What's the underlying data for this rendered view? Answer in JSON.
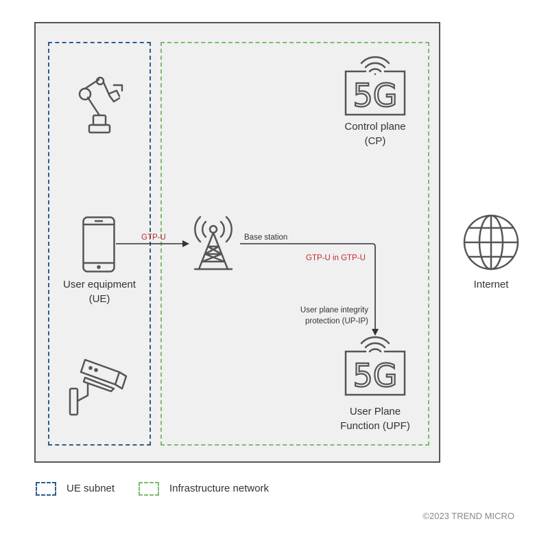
{
  "nodes": {
    "control_plane": {
      "line1": "Control plane",
      "line2": "(CP)",
      "icon": "5g-icon",
      "icon_text": "5G"
    },
    "user_equipment": {
      "line1": "User equipment",
      "line2": "(UE)",
      "icon": "smartphone-icon"
    },
    "base_station": {
      "label": "Base station",
      "icon": "cell-tower-icon"
    },
    "upf": {
      "line1": "User Plane",
      "line2": "Function (UPF)",
      "icon": "5g-icon",
      "icon_text": "5G"
    },
    "internet": {
      "label": "Internet",
      "icon": "globe-icon"
    },
    "robot_arm": {
      "icon": "robot-arm-icon"
    },
    "camera": {
      "icon": "security-camera-icon"
    }
  },
  "edges": {
    "ue_to_bs": {
      "label": "GTP-U"
    },
    "bs_to_upf": {
      "label": "GTP-U in GTP-U",
      "note_line1": "User plane integrity",
      "note_line2": "protection (UP-IP)"
    }
  },
  "legend": {
    "ue_subnet": "UE subnet",
    "infrastructure": "Infrastructure network"
  },
  "copyright": "©2023 TREND MICRO",
  "colors": {
    "ue_subnet_border": "#2b5c8a",
    "infra_border": "#7dbb72",
    "accent_red": "#c0282d",
    "icon_stroke": "#555555",
    "panel_bg": "#f0f0f0"
  }
}
